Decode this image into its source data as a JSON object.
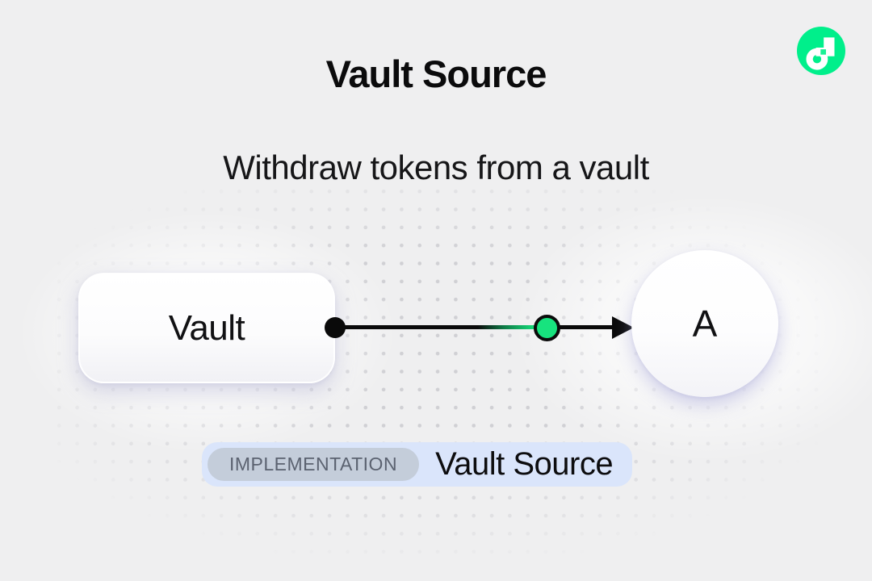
{
  "header": {
    "title": "Vault Source",
    "subtitle": "Withdraw tokens from a vault"
  },
  "logo": {
    "icon": "flow-logo",
    "circle_color": "#00ef8b",
    "glyph_color": "#ffffff",
    "notch_color": "#1bf095"
  },
  "diagram": {
    "source_node": {
      "label": "Vault",
      "shape": "rounded-rect"
    },
    "target_node": {
      "label": "A",
      "shape": "circle"
    },
    "edge": {
      "direction": "left-to-right",
      "line_color": "#0a0a0a",
      "token_color": "#17e37e"
    }
  },
  "badge": {
    "tag": "IMPLEMENTATION",
    "label": "Vault Source",
    "container_color": "#dae5fb",
    "tag_bg_color": "#c4cdda",
    "tag_text_color": "#5b6270"
  },
  "colors": {
    "background": "#efeff0",
    "dot_grid": "#d0d0d4",
    "text": "#0d0d0d"
  }
}
